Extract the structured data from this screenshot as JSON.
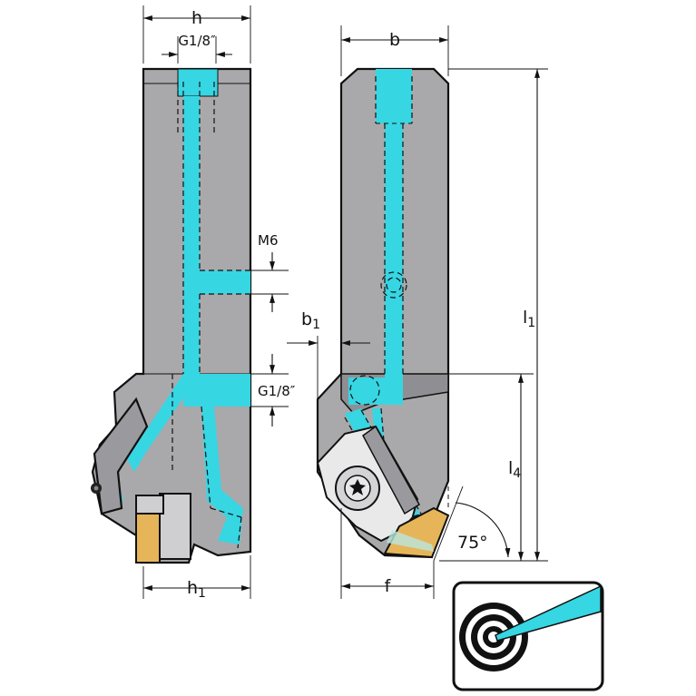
{
  "colors": {
    "body": "#a9a9ac",
    "body_dark": "#8a8a8e",
    "coolant": "#36d6e3",
    "insert": "#e6b55a",
    "outline": "#111111",
    "icon_beam": "#36d6e3"
  },
  "labels": {
    "h": "h",
    "g18_top": "G1/8″",
    "m6": "M6",
    "g18_side": "G1/8″",
    "h1_main": "h",
    "h1_sub": "1",
    "b": "b",
    "b1_main": "b",
    "b1_sub": "1",
    "l1_main": "l",
    "l1_sub": "1",
    "l4_main": "l",
    "l4_sub": "4",
    "angle": "75°",
    "f": "f"
  },
  "icons": {
    "coolant_target": "coolant-target-icon",
    "torx_screw": "torx-screw-icon"
  }
}
